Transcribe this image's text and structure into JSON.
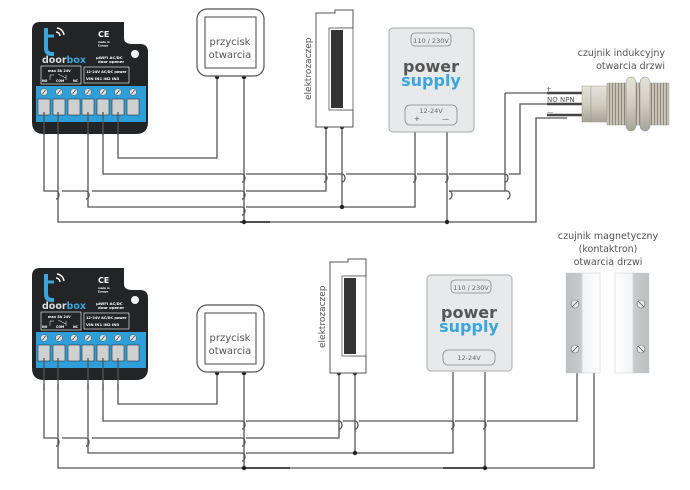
{
  "diagrams": [
    {
      "id": "inductive",
      "controller": {
        "logo_text_dark": "door",
        "logo_text_blue": "box",
        "ce_mark": "CE",
        "made_in": "made in",
        "europe": "Europe",
        "product_line1": "µWiFi AC/DC",
        "product_line2": "door opener",
        "relay_rating": "max  5A  24V",
        "relay_pins": [
          "NO",
          "COM",
          "NC"
        ],
        "power_label": "12-24V AC/DC power",
        "power_pins": "VIN IN1 IN2 IN3"
      },
      "button_label_line1": "przycisk",
      "button_label_line2": "otwarcia",
      "strike_label": "elektrozaczep",
      "psu": {
        "input": "110 / 230V",
        "word1": "power",
        "word2": "supply",
        "output": "12-24V",
        "plus": "+",
        "minus": "—"
      },
      "sensor_label_line1": "czujnik indukcyjny",
      "sensor_label_line2": "otwarcia drzwi",
      "sensor_pins": [
        "+",
        "NO NPN",
        "—"
      ]
    },
    {
      "id": "magnetic",
      "controller": {
        "logo_text_dark": "door",
        "logo_text_blue": "box",
        "ce_mark": "CE",
        "made_in": "made in",
        "europe": "Europe",
        "product_line1": "µWiFi AC/DC",
        "product_line2": "door opener",
        "relay_rating": "max  5A  24V",
        "relay_pins": [
          "NO",
          "COM",
          "NC"
        ],
        "power_label": "12-24V AC/DC power",
        "power_pins": "VIN IN1 IN2 IN3"
      },
      "button_label_line1": "przycisk",
      "button_label_line2": "otwarcia",
      "strike_label": "elektrozaczep",
      "psu": {
        "input": "110 / 230V",
        "word1": "power",
        "word2": "supply",
        "output": "12-24V"
      },
      "sensor_label_line1": "czujnik magnetyczny",
      "sensor_label_line2": "(kontaktron)",
      "sensor_label_line3": "otwarcia drzwi"
    }
  ],
  "colors": {
    "module_body": "#222426",
    "terminal_blue": "#2e9fd8",
    "logo_blue": "#3aa6dd",
    "psu_fill": "#e8e9ea",
    "wire": "#555555",
    "wire_dark": "#222222"
  }
}
